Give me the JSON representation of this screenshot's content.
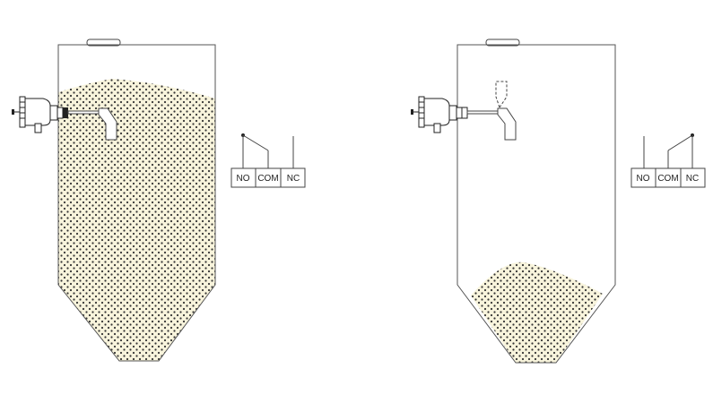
{
  "colors": {
    "fill": "#f8f4dc",
    "dot": "#333333",
    "line": "#555555"
  },
  "left_silo": {
    "state": "full",
    "switch": {
      "labels": [
        "NO",
        "COM",
        "NC"
      ],
      "contact": "NO"
    }
  },
  "right_silo": {
    "state": "empty",
    "switch": {
      "labels": [
        "NO",
        "COM",
        "NC"
      ],
      "contact": "NC"
    }
  }
}
